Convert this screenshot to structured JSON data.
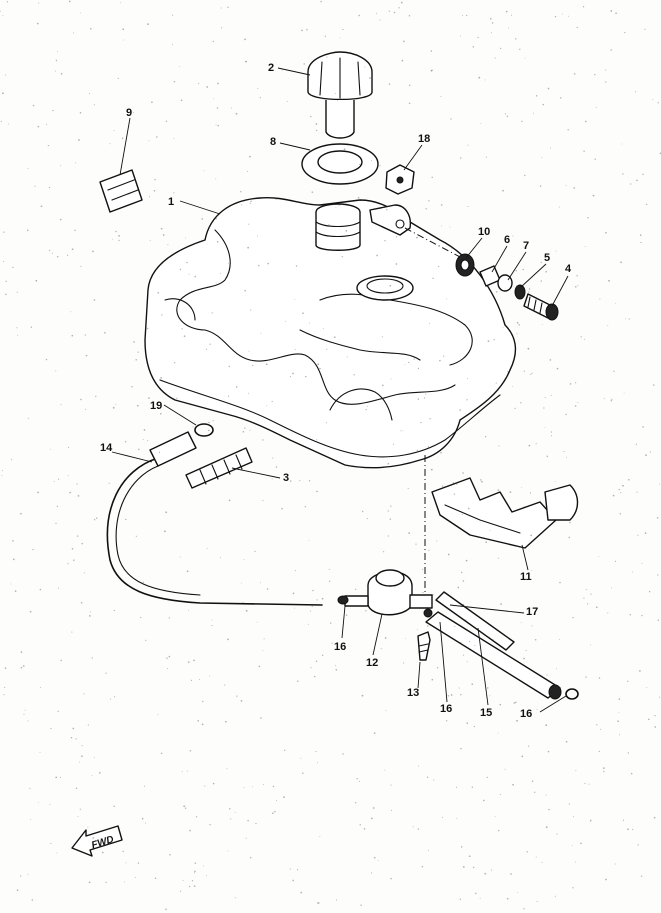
{
  "diagram": {
    "callouts": [
      {
        "id": "c1",
        "label": "1"
      },
      {
        "id": "c2",
        "label": "2"
      },
      {
        "id": "c3",
        "label": "3"
      },
      {
        "id": "c4",
        "label": "4"
      },
      {
        "id": "c5",
        "label": "5"
      },
      {
        "id": "c6",
        "label": "6"
      },
      {
        "id": "c7",
        "label": "7"
      },
      {
        "id": "c8",
        "label": "8"
      },
      {
        "id": "c9",
        "label": "9"
      },
      {
        "id": "c10",
        "label": "10"
      },
      {
        "id": "c11",
        "label": "11"
      },
      {
        "id": "c12",
        "label": "12"
      },
      {
        "id": "c13",
        "label": "13"
      },
      {
        "id": "c14",
        "label": "14"
      },
      {
        "id": "c15",
        "label": "15"
      },
      {
        "id": "c16a",
        "label": "16"
      },
      {
        "id": "c16b",
        "label": "16"
      },
      {
        "id": "c16c",
        "label": "16"
      },
      {
        "id": "c17",
        "label": "17"
      },
      {
        "id": "c18",
        "label": "18"
      },
      {
        "id": "c19",
        "label": "19"
      }
    ],
    "fwd_label": "FWD"
  }
}
